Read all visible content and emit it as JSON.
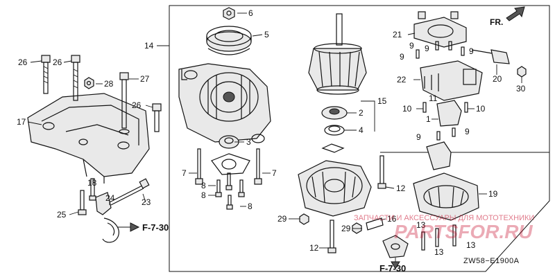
{
  "diagram": {
    "code": "ZW58−E1900A",
    "front_label": "FR.",
    "ref_labels": [
      "F-7-30",
      "F-7-30"
    ],
    "watermark_small": "ЗАПЧАСТИ И АКСЕССУАРЫ ДЛЯ МОТОТЕХНИКИ",
    "watermark_big": "PARTSFOR.RU",
    "callouts": {
      "c1": "1",
      "c2": "2",
      "c3": "3",
      "c4": "4",
      "c5": "5",
      "c6": "6",
      "c7a": "7",
      "c7b": "7",
      "c8a": "8",
      "c8b": "8",
      "c8c": "8",
      "c9a": "9",
      "c9b": "9",
      "c9c": "9",
      "c9d": "9",
      "c9e": "9",
      "c9f": "9",
      "c10a": "10",
      "c10b": "10",
      "c11": "11",
      "c12a": "12",
      "c12b": "12",
      "c13a": "13",
      "c13b": "13",
      "c13c": "13",
      "c14": "14",
      "c15": "15",
      "c16": "16",
      "c17": "17",
      "c18": "18",
      "c19": "19",
      "c20": "20",
      "c21": "21",
      "c22": "22",
      "c23": "23",
      "c24": "24",
      "c25": "25",
      "c26a": "26",
      "c26b": "26",
      "c26c": "26",
      "c27": "27",
      "c28": "28",
      "c29a": "29",
      "c29b": "29",
      "c30": "30"
    }
  }
}
